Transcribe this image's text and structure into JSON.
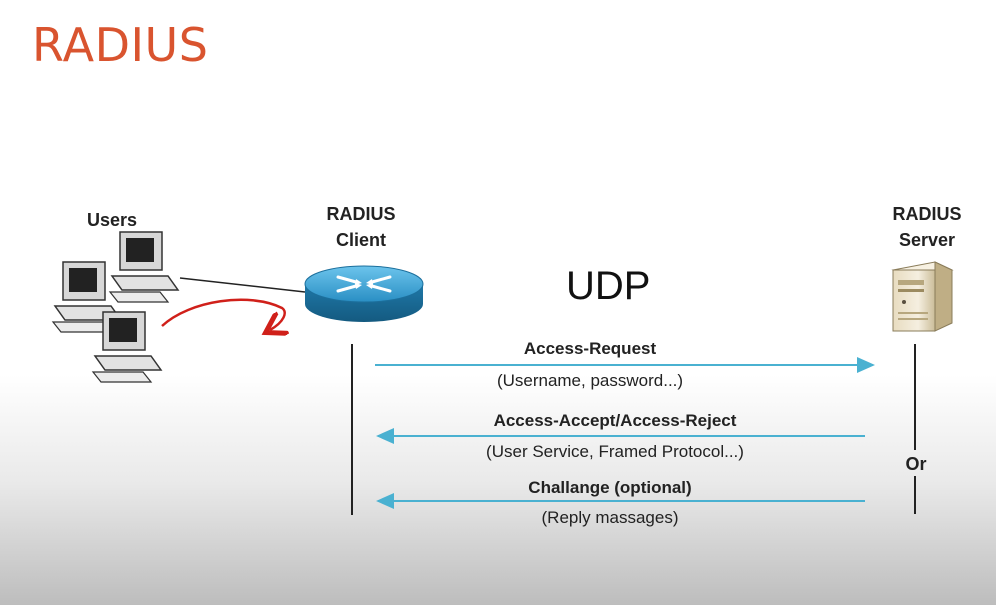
{
  "slide": {
    "title": "RADIUS"
  },
  "nodes": {
    "users": "Users",
    "client_line1": "RADIUS",
    "client_line2": "Client",
    "server_line1": "RADIUS",
    "server_line2": "Server"
  },
  "protocol": "UDP",
  "messages": [
    {
      "name": "Access-Request",
      "detail": "(Username, password...)",
      "direction": "client-to-server"
    },
    {
      "name": "Access-Accept/Access-Reject",
      "detail": "(User Service, Framed Protocol...)",
      "direction": "server-to-client"
    },
    {
      "name": "Challange (optional)",
      "detail": "(Reply massages)",
      "direction": "server-to-client"
    }
  ],
  "or_label": "Or",
  "colors": {
    "title": "#d9542f",
    "arrow": "#4ab1d1",
    "annotation": "#d0201a",
    "router": "#2a8fc4"
  }
}
